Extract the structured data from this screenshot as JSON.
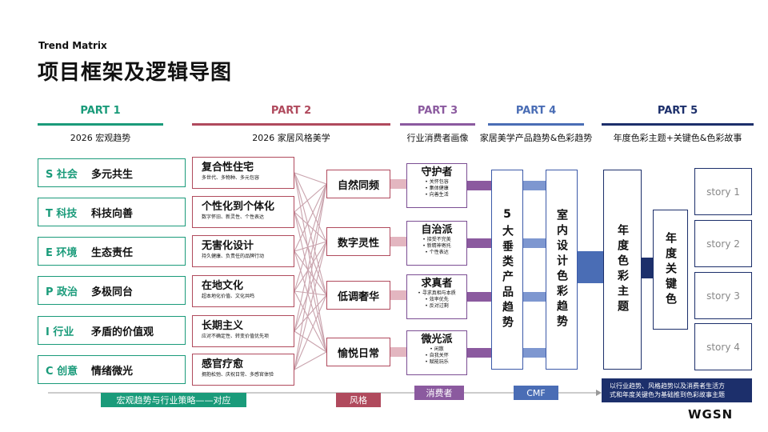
{
  "brand": "Trend Matrix",
  "title": "项目框架及逻辑导图",
  "logo": "WGSN",
  "colors": {
    "part1": "#1a9b7a",
    "part2": "#b04a5d",
    "part3": "#8b5a9f",
    "part4": "#4a6db5",
    "part5": "#1c2f6b"
  },
  "parts": [
    {
      "title": "PART 1",
      "subtitle": "2026 宏观趋势"
    },
    {
      "title": "PART 2",
      "subtitle": "2026 家居风格美学"
    },
    {
      "title": "PART 3",
      "subtitle": "行业消费者画像"
    },
    {
      "title": "PART 4",
      "subtitle": "家居美学产品趋势&色彩趋势"
    },
    {
      "title": "PART 5",
      "subtitle": "年度色彩主题+关键色&色彩故事"
    }
  ],
  "steep": [
    {
      "key": "S 社会",
      "value": "多元共生"
    },
    {
      "key": "T 科技",
      "value": "科技向善"
    },
    {
      "key": "E 环境",
      "value": "生态责任"
    },
    {
      "key": "P 政治",
      "value": "多极同台"
    },
    {
      "key": "I  行业",
      "value": "矛盾的价值观"
    },
    {
      "key": "C 创意",
      "value": "情绪微光"
    }
  ],
  "trends": [
    {
      "title": "复合性住宅",
      "sub": "多世代、多物种、多元包容"
    },
    {
      "title": "个性化到个体化",
      "sub": "数字怀旧、新灵性、个性表达"
    },
    {
      "title": "无害化设计",
      "sub": "持久健康、负责任的品牌行动"
    },
    {
      "title": "在地文化",
      "sub": "超本地化价值、文化共鸣"
    },
    {
      "title": "长期主义",
      "sub": "应对不确定性、转变价值优先项"
    },
    {
      "title": "感官疗愈",
      "sub": "拥抱松弛、庆祝日常、多感官体验"
    }
  ],
  "styles": [
    "自然同频",
    "数字灵性",
    "低调奢华",
    "愉悦日常"
  ],
  "personas": [
    {
      "title": "守护者",
      "items": [
        "• 关怀包容",
        "• 集体健康",
        "• 向善生活"
      ]
    },
    {
      "title": "自治派",
      "items": [
        "• 接受不完美",
        "• 新精神寄托",
        "• 个性表达"
      ]
    },
    {
      "title": "求真者",
      "items": [
        "• 寻求真相与本质",
        "• 效率优先",
        "• 反对过剩"
      ]
    },
    {
      "title": "微光派",
      "items": [
        "• 闲散",
        "• 自我关怀",
        "• 赋能玩乐"
      ]
    }
  ],
  "part4_cols": [
    "5大垂类产品趋势",
    "室内设计色彩趋势"
  ],
  "part5_cols": [
    "年度色彩主题",
    "年度关键色"
  ],
  "stories": [
    "story 1",
    "story 2",
    "story 3",
    "story 4"
  ],
  "bottom": {
    "macro": "宏观趋势与行业策略——对应",
    "style": "风格",
    "consumer": "消费者",
    "cmf": "CMF",
    "summary_line1": "以行业趋势、风格趋势以及消费者生活方",
    "summary_line2": "式和年度关键色为基础推到色彩故事主题"
  }
}
